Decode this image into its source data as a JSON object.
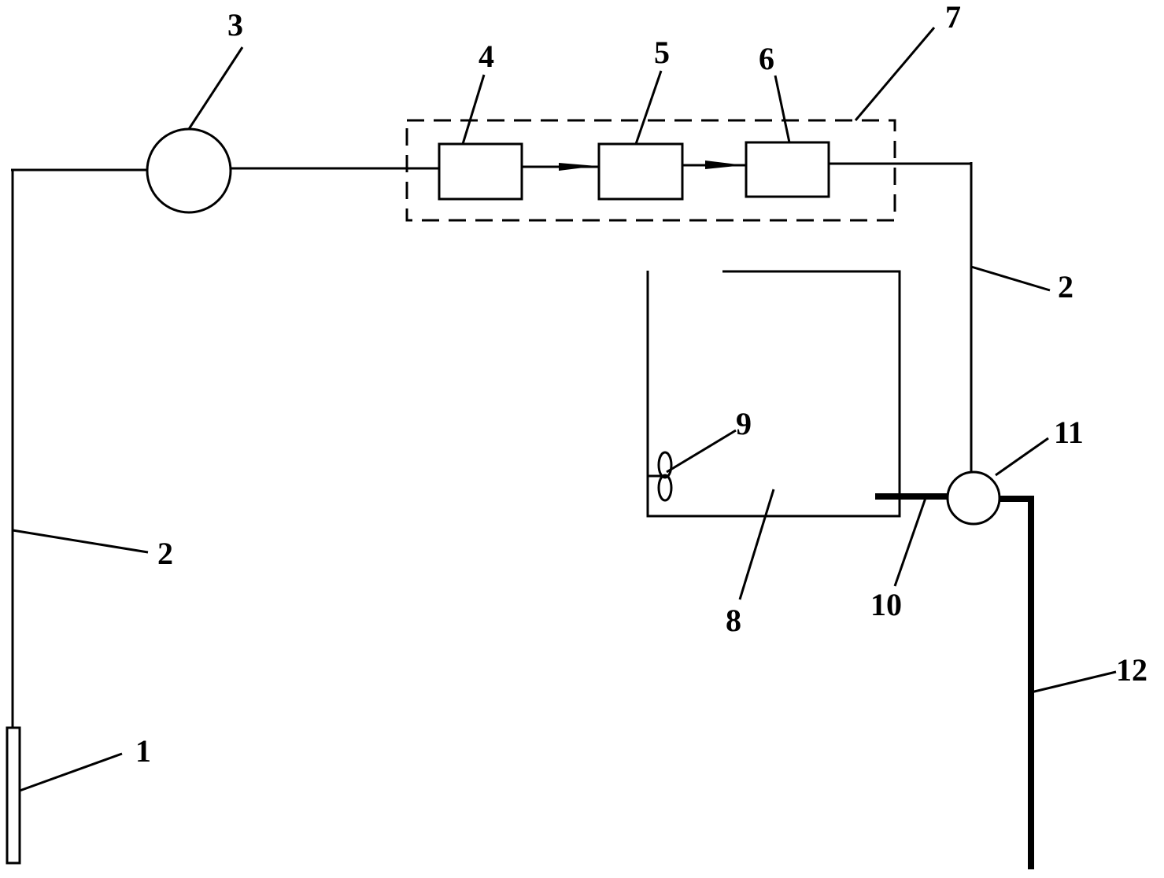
{
  "labels": {
    "n1": "1",
    "n2_left": "2",
    "n2_right": "2",
    "n3": "3",
    "n4": "4",
    "n5": "5",
    "n6": "6",
    "n7": "7",
    "n8": "8",
    "n9": "9",
    "n10": "10",
    "n11": "11",
    "n12": "12"
  }
}
